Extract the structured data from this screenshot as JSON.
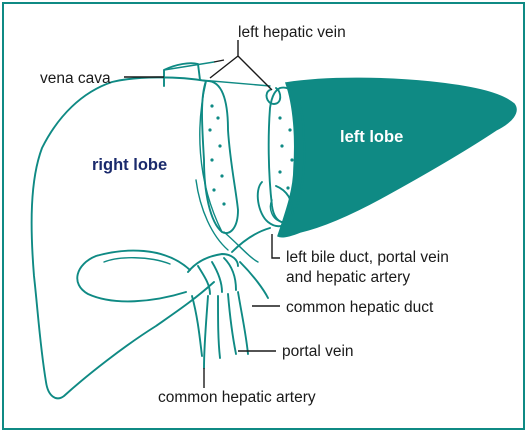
{
  "labels": {
    "left_hepatic_vein": "left hepatic vein",
    "vena_cava": "vena cava",
    "left_lobe": "left lobe",
    "right_lobe": "right lobe",
    "left_bile_duct_line1": "left bile duct, portal vein",
    "left_bile_duct_line2": "and hepatic artery",
    "common_hepatic_duct": "common hepatic duct",
    "portal_vein": "portal vein",
    "common_hepatic_artery": "common hepatic artery"
  },
  "colors": {
    "accent": "#0f8a84",
    "border": "#0f8a84",
    "right_lobe_label": "#1a2a6c",
    "left_lobe_label": "#ffffff",
    "text": "#1a1a1a"
  }
}
